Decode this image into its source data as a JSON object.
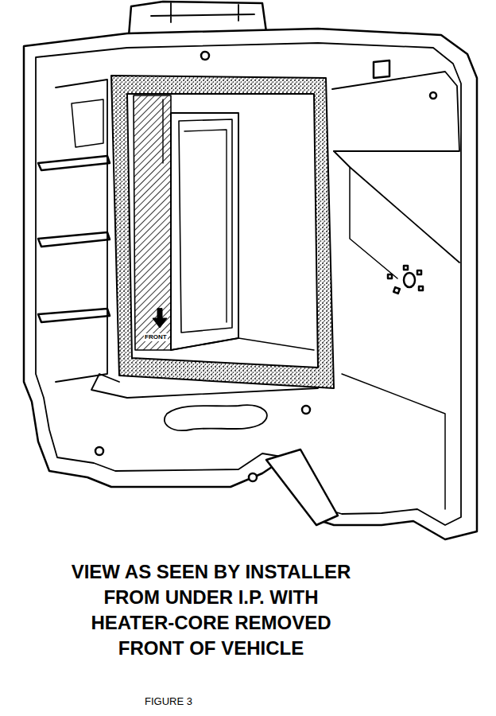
{
  "diagram": {
    "caption": "VIEW AS SEEN BY INSTALLER FROM UNDER I.P. WITH HEATER-CORE REMOVED FRONT OF VEHICLE",
    "labels": [
      "FRONT",
      "FIGURE 3"
    ]
  }
}
